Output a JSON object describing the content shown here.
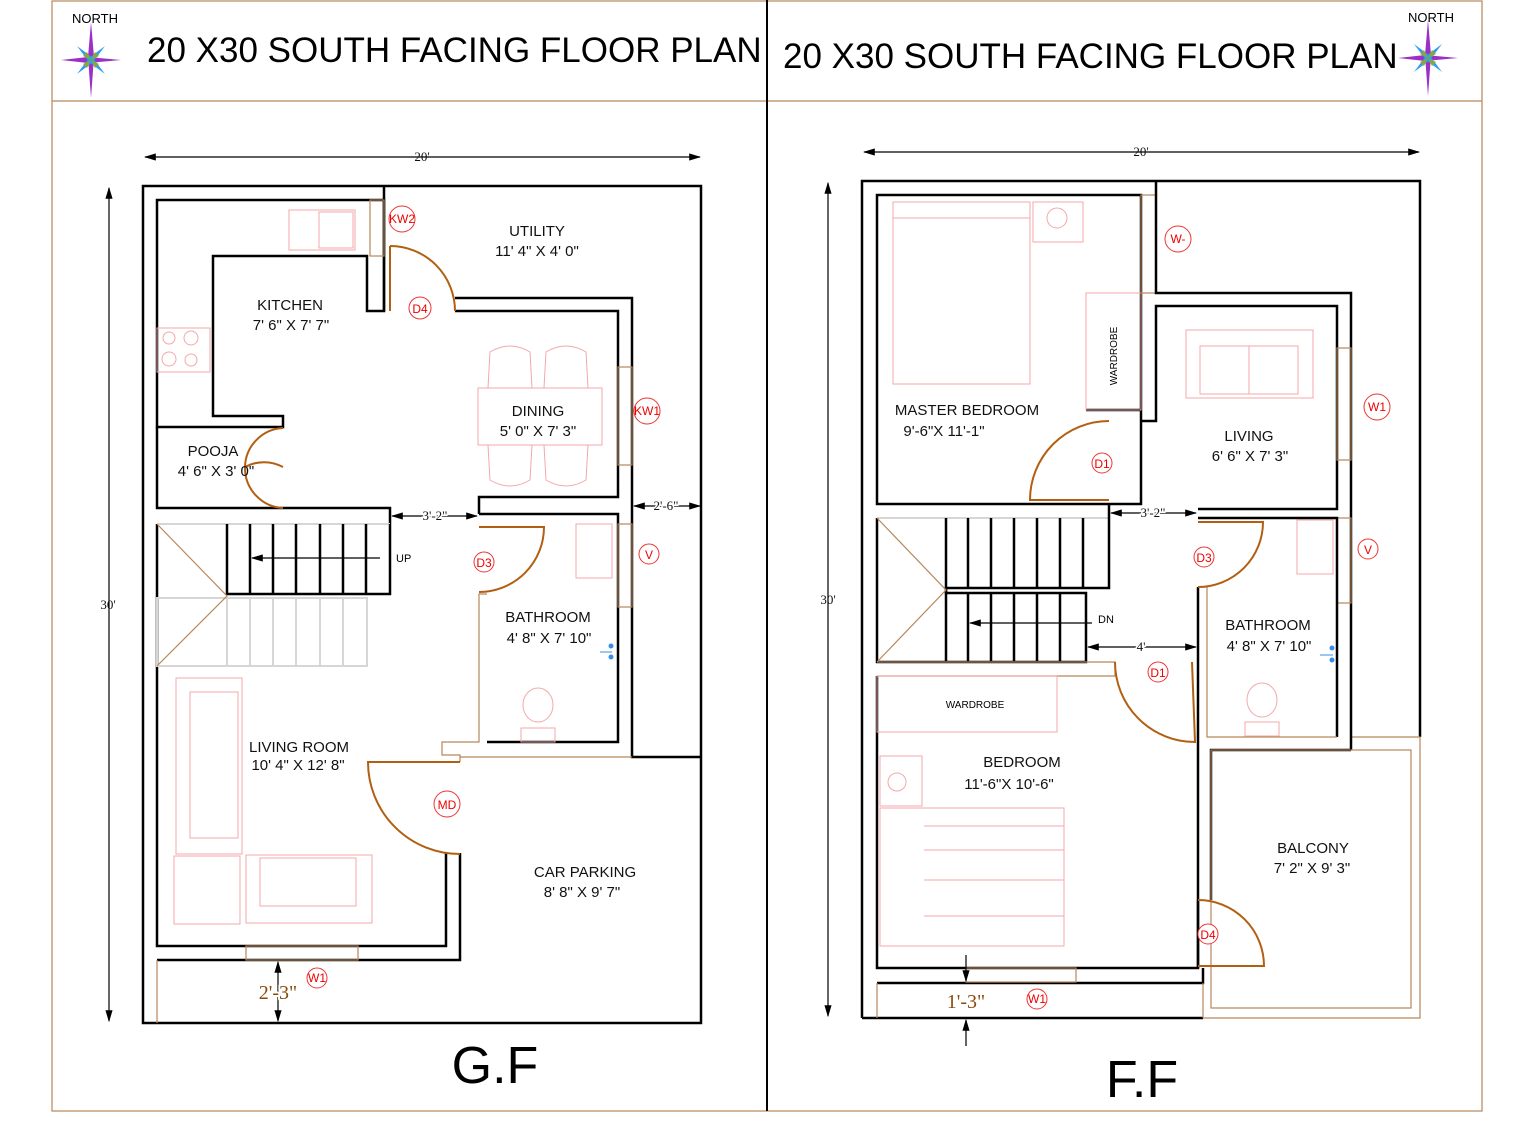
{
  "header": {
    "left_title": "20 X30 SOUTH FACING FLOOR PLAN",
    "right_title": "20 X30 SOUTH FACING FLOOR PLAN",
    "north_label": "NORTH"
  },
  "ground_floor": {
    "label": "G.F",
    "width_dim": "20'",
    "depth_dim": "30'",
    "rooms": [
      {
        "name": "UTILITY",
        "size": "11' 4\" X 4' 0\""
      },
      {
        "name": "KITCHEN",
        "size": "7' 6\" X 7' 7\""
      },
      {
        "name": "DINING",
        "size": "5' 0\" X 7' 3\""
      },
      {
        "name": "POOJA",
        "size": "4' 6\" X 3' 0\""
      },
      {
        "name": "BATHROOM",
        "size": "4' 8\" X 7' 10\""
      },
      {
        "name": "LIVING ROOM",
        "size": "10' 4\" X 12' 8\""
      },
      {
        "name": "CAR PARKING",
        "size": "8' 8\" X 9' 7\""
      }
    ],
    "tags": [
      "KW2",
      "D4",
      "KW1",
      "D3",
      "V",
      "MD",
      "W1"
    ],
    "dims": {
      "passage": "3'-2\"",
      "side": "2'-6\"",
      "front": "2'-3\""
    },
    "stair_label": "UP"
  },
  "first_floor": {
    "label": "F.F",
    "width_dim": "20'",
    "depth_dim": "30'",
    "rooms": [
      {
        "name": "MASTER BEDROOM",
        "size": "9'-6\"X 11'-1\""
      },
      {
        "name": "LIVING",
        "size": "6' 6\" X 7' 3\""
      },
      {
        "name": "BATHROOM",
        "size": "4' 8\" X 7' 10\""
      },
      {
        "name": "BEDROOM",
        "size": "11'-6\"X 10'-6\""
      },
      {
        "name": "BALCONY",
        "size": "7' 2\" X 9' 3\""
      }
    ],
    "wardrobe_label": "WARDROBE",
    "tags": [
      "W-",
      "W1",
      "D1",
      "D3",
      "V",
      "D1",
      "D4",
      "W1"
    ],
    "dims": {
      "passage": "3'-2\"",
      "stair_gap": "4'",
      "front": "1'-3\""
    },
    "stair_label": "DN"
  }
}
